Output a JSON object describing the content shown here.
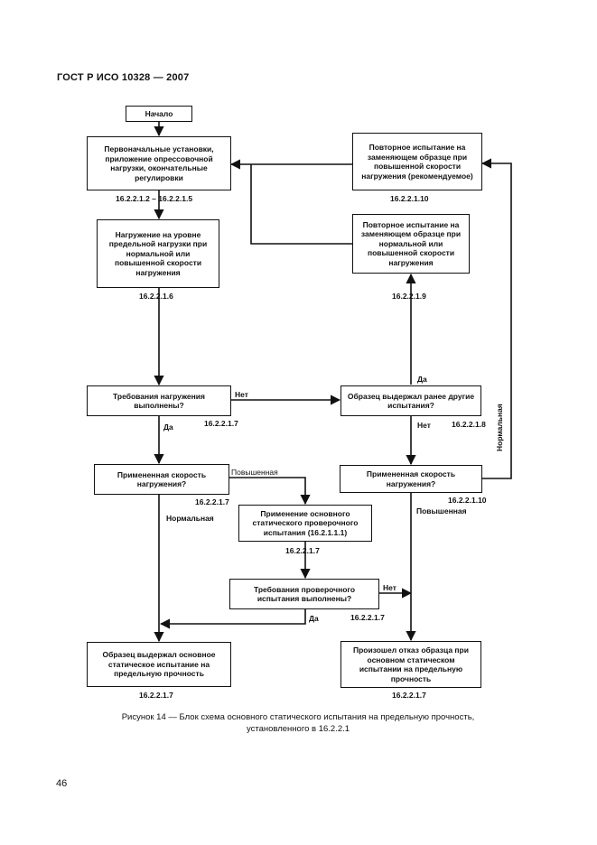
{
  "header": {
    "title": "ГОСТ Р ИСО 10328 — 2007"
  },
  "boxes": {
    "start": "Начало",
    "b1": "Первоначальные установки, приложение опрессовочной нагрузки, окончательные регулировки",
    "b2": "Нагружение на уровне предельной нагрузки при нормальной или повышенной скорости нагружения",
    "b3": "Требования нагружения выполнены?",
    "b4": "Примененная скорость нагружения?",
    "b5": "Применение основного статического проверочного испытания (16.2.1.1.1)",
    "b6": "Требования проверочного испытания выполнены?",
    "b7": "Образец выдержал основное статическое испытание на предельную прочность",
    "r1": "Повторное испытание на заменяющем образце при повышенной скорости нагружения (рекомендуемое)",
    "r2": "Повторное испытание на заменяющем образце при нормальной или повышенной скорости нагружения",
    "r3": "Образец выдержал ранее другие испытания?",
    "r4": "Примененная скорость нагружения?",
    "r5": "Произошел отказ образца при основном статическом испытании на предельную прочность"
  },
  "refs": {
    "a": "16.2.2.1.2 – 16.2.2.1.5",
    "b": "16.2.2.1.6",
    "c": "16.2.2.1.7",
    "d": "16.2.2.1.7",
    "e": "16.2.2.1.7",
    "f": "16.2.2.1.7",
    "g": "16.2.2.1.7",
    "h": "16.2.2.1.10",
    "i": "16.2.2.1.9",
    "j": "16.2.2.1.8",
    "k": "16.2.2.1.10",
    "l": "16.2.2.1.7"
  },
  "labels": {
    "net1": "Нет",
    "da1": "Да",
    "pov1": "Повышенная",
    "norm1": "Нормальная",
    "net2": "Нет",
    "da2": "Да",
    "da3": "Да",
    "net3": "Нет",
    "pov2": "Повышенная",
    "norm2": "Нормальная"
  },
  "caption": {
    "line1": "Рисунок 14 — Блок схема основного статического испытания на предельную прочность,",
    "line2": "установленного в 16.2.2.1"
  },
  "page_number": "46"
}
